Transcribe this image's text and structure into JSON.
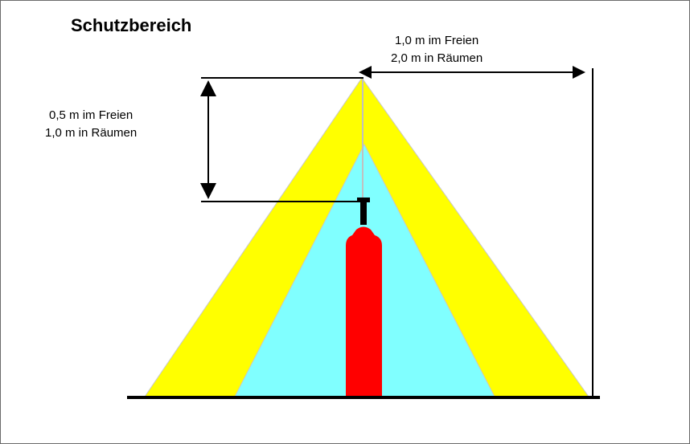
{
  "title": "Schutzbereich",
  "horizontal_dimension": {
    "line1": "1,0 m im Freien",
    "line2": "2,0 m in Räumen"
  },
  "vertical_dimension": {
    "line1": "0,5 m im Freien",
    "line2": "1,0 m in Räumen"
  },
  "colors": {
    "outer_zone": "#ffff00",
    "inner_zone": "#80ffff",
    "cylinder": "#ff0000",
    "lines": "#000000",
    "axis": "#c0c0c0"
  }
}
